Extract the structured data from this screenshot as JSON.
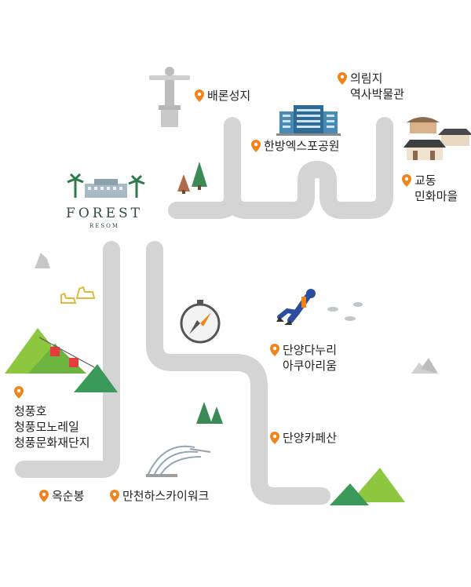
{
  "brand": {
    "name": "FOREST",
    "sub": "RESOM"
  },
  "places": {
    "baeron": "배론성지",
    "eurimji_1": "의림지",
    "eurimji_2": "역사박물관",
    "hanbang": "한방엑스포공원",
    "gyodong_1": "교동",
    "gyodong_2": "민화마을",
    "aquarium_1": "단양다누리",
    "aquarium_2": "아쿠아리움",
    "cheongpung_1": "청풍호",
    "cheongpung_2": "청풍모노레일",
    "cheongpung_3": "청풍문화재단지",
    "danyang_cafe": "단양카페산",
    "oksunbong": "옥순봉",
    "skywalk": "만천하스카이워크"
  },
  "colors": {
    "road": "#d4d4d4",
    "pin": "#f0841c",
    "tree": "#3c8a55",
    "mountain_light": "#8dc63f",
    "mountain_dark": "#3a9a5a"
  },
  "icons": [
    "map-pin-icon",
    "statue-icon",
    "expo-building-icon",
    "hanok-icon",
    "tree-icon",
    "compass-icon",
    "diver-icon",
    "fish-icon",
    "mountain-icon",
    "cable-car-icon",
    "duck-boat-icon",
    "rock-icon",
    "skywalk-icon"
  ]
}
